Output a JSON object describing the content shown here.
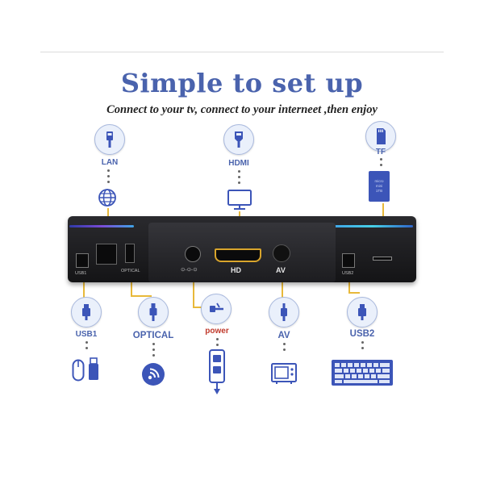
{
  "title": "Simple to set  up",
  "subtitle": "Connect to your tv, connect to your interneet ,then enjoy",
  "top_labels": {
    "lan": "LAN",
    "hdmi": "HDMI",
    "tf": "TF"
  },
  "tf_card_text": [
    "micro",
    "mini",
    "1TB"
  ],
  "box_labels": {
    "usb1": "USB1",
    "optical": "OPTICAL",
    "hd": "HD",
    "av": "AV",
    "usb2": "USB2",
    "power_symbol": "⊙-⊙-⊙"
  },
  "bottom_labels": {
    "usb1": "USB1",
    "optical": "OPTICAL",
    "power": "power",
    "av": "AV",
    "usb2": "USB2"
  },
  "colors": {
    "title_blue": "#4a63ad",
    "icon_blue": "#3c55b8",
    "connector_line": "#e8b93a",
    "power_red": "#c0392b"
  },
  "icons": [
    "lan-cable-icon",
    "hdmi-cable-icon",
    "sd-card-icon",
    "globe-icon",
    "tv-monitor-icon",
    "usb-plug-icon",
    "optical-cable-icon",
    "power-plug-icon",
    "av-plug-icon",
    "mouse-icon",
    "usb-drive-icon",
    "audio-speaker-icon",
    "power-adapter-icon",
    "old-tv-icon",
    "keyboard-icon"
  ]
}
